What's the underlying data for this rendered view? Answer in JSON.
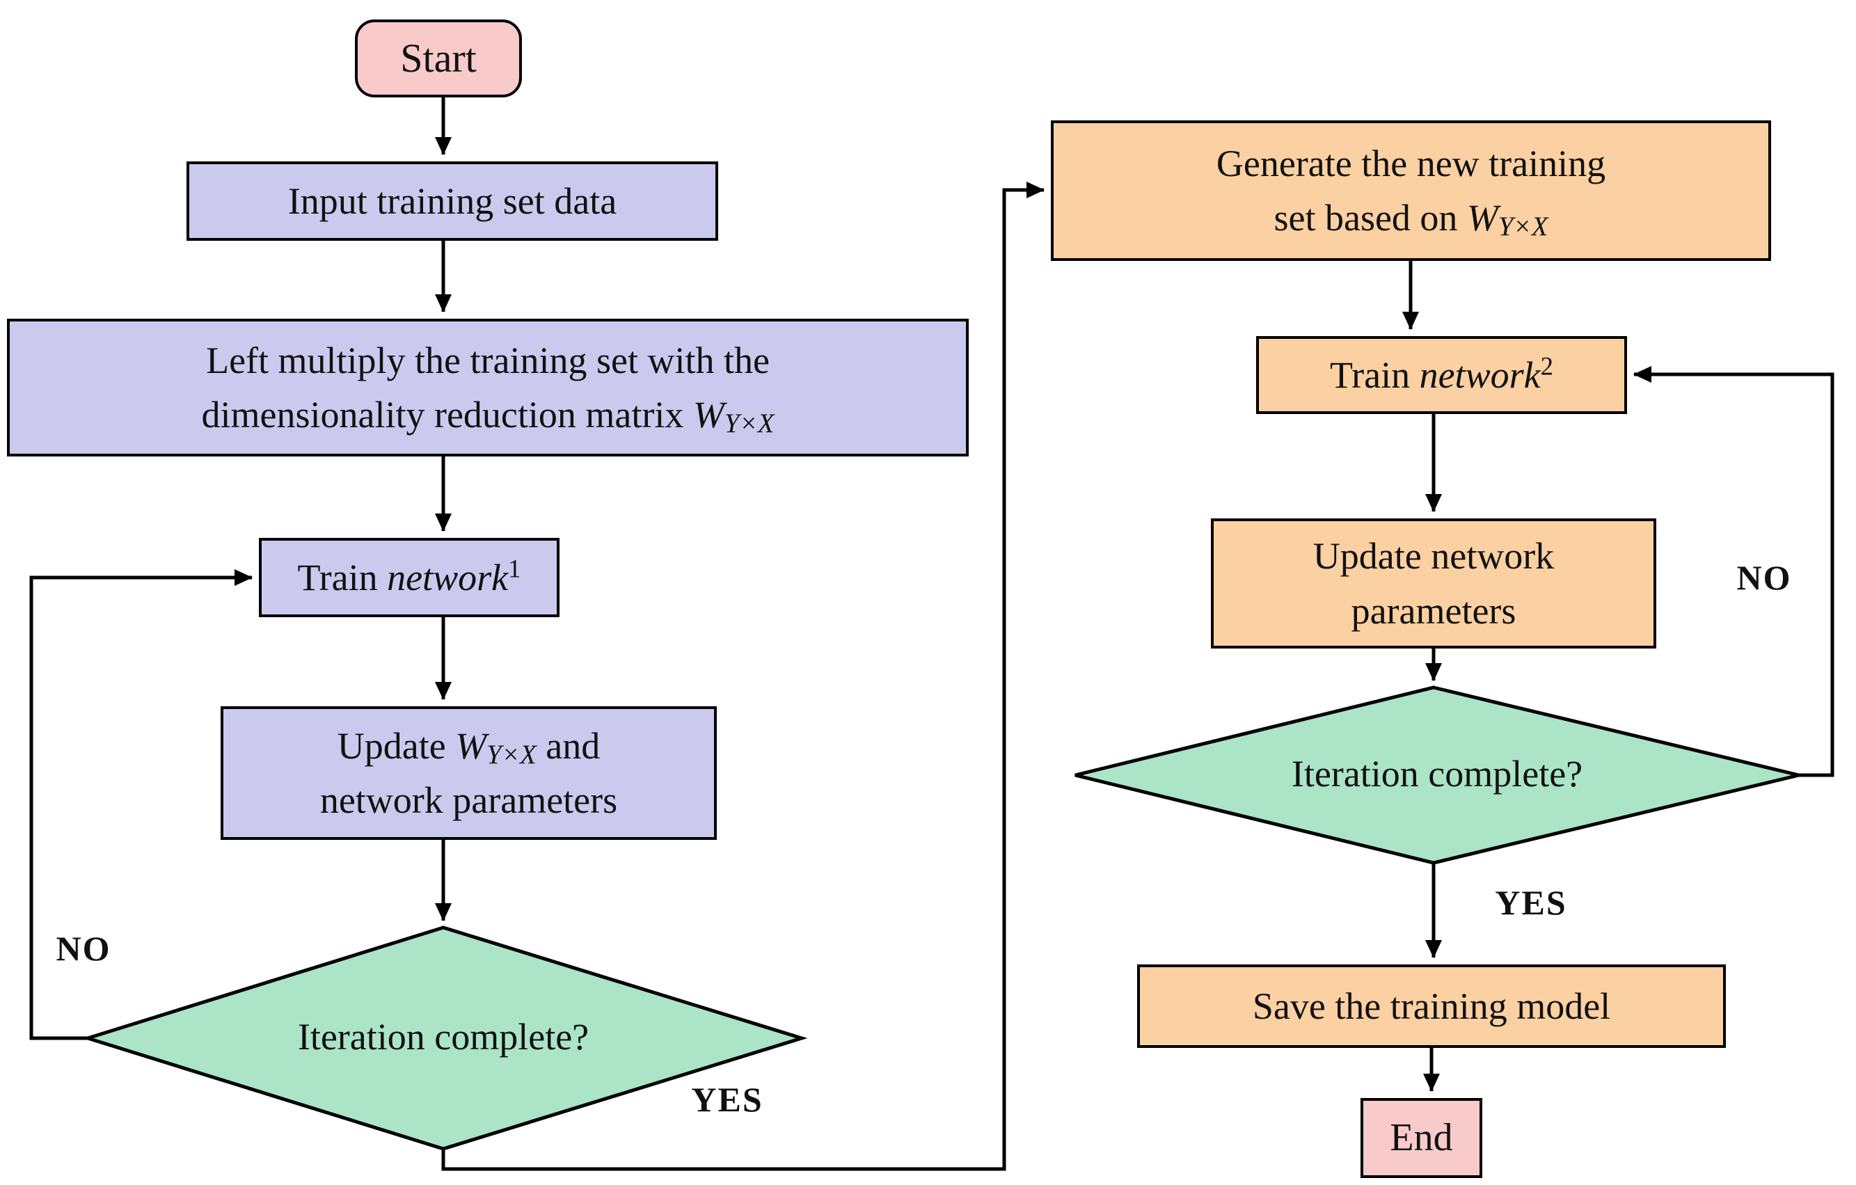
{
  "nodes": {
    "start": {
      "label": "Start"
    },
    "input": {
      "label": "Input training set data"
    },
    "left_multiply": {
      "line1": "Left multiply the training set with the",
      "line2_prefix": "dimensionality reduction matrix ",
      "matrix_symbol": "W",
      "matrix_subscript": "Y×X"
    },
    "train_network1": {
      "prefix": "Train ",
      "word": "network",
      "superscript": "1"
    },
    "update_w": {
      "line1_prefix": "Update ",
      "matrix_symbol": "W",
      "matrix_subscript": "Y×X",
      "line1_suffix": " and",
      "line2": "network parameters"
    },
    "iteration1": {
      "label": "Iteration complete?"
    },
    "generate": {
      "line1": "Generate the new training",
      "line2_prefix": "set based on ",
      "matrix_symbol": "W",
      "matrix_subscript": "Y×X"
    },
    "train_network2": {
      "prefix": "Train ",
      "word": "network",
      "superscript": "2"
    },
    "update_params": {
      "line1": "Update network",
      "line2": "parameters"
    },
    "iteration2": {
      "label": "Iteration complete?"
    },
    "save": {
      "label": "Save the training model"
    },
    "end": {
      "label": "End"
    }
  },
  "edge_labels": {
    "no_left": "NO",
    "yes_left": "YES",
    "no_right": "NO",
    "yes_right": "YES"
  },
  "colors": {
    "terminal": "#f9caca",
    "process_left": "#cbcaee",
    "process_right": "#fbd0a2",
    "decision": "#abe4c7",
    "stroke": "#000000",
    "background": "#ffffff"
  }
}
